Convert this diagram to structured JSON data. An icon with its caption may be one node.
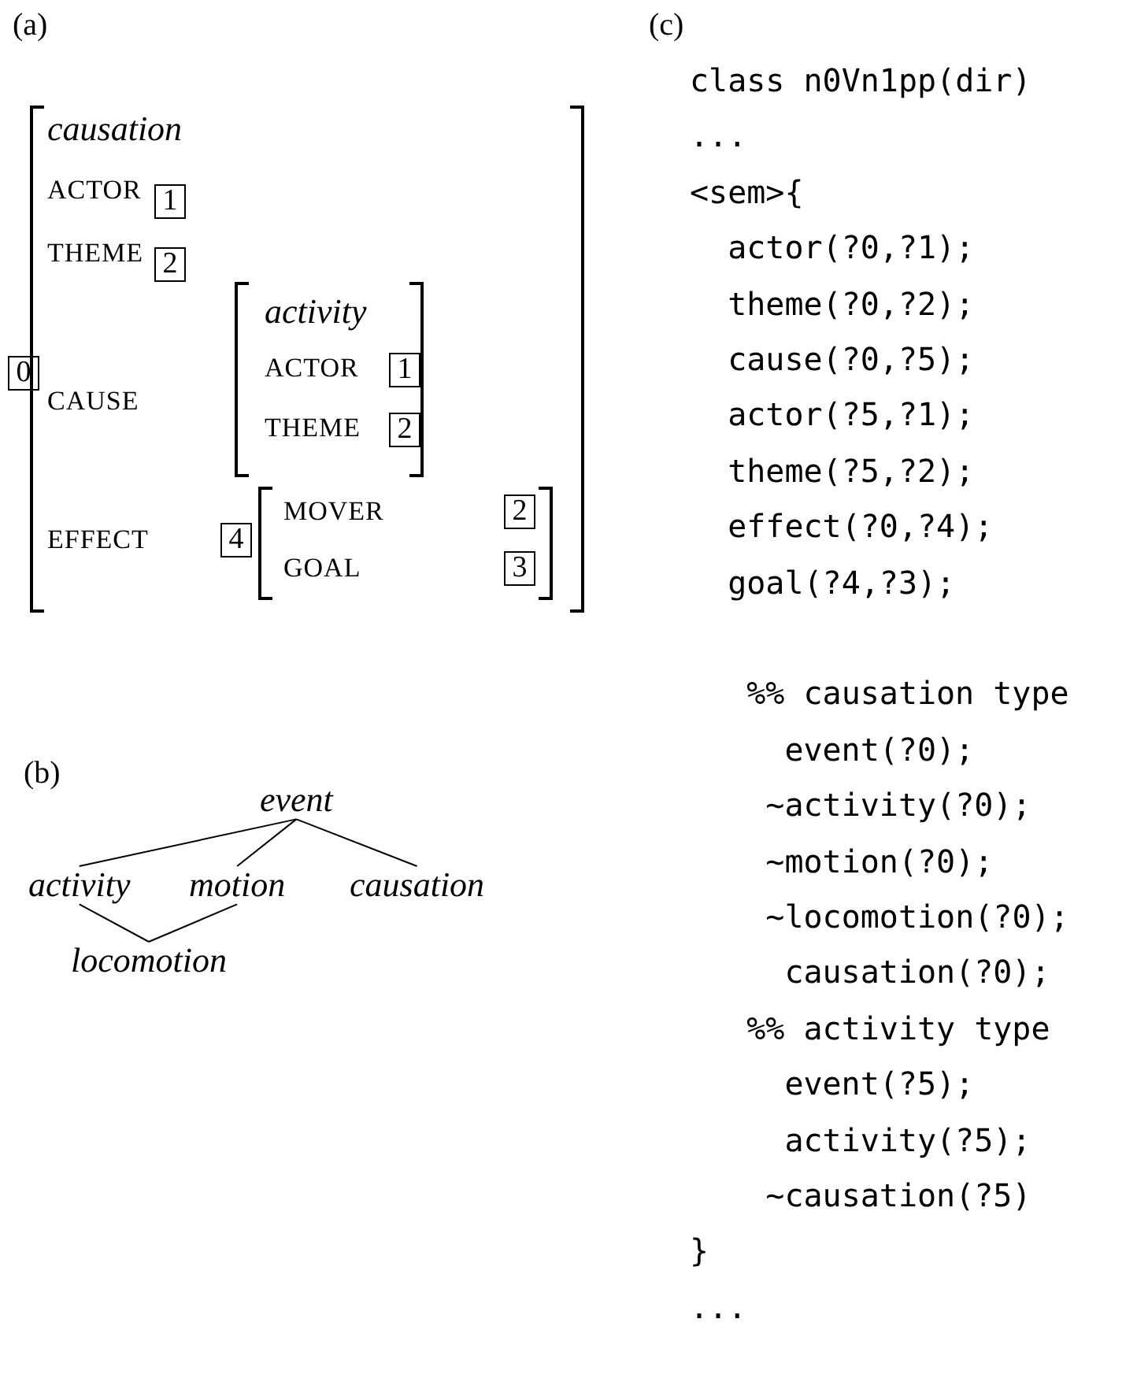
{
  "diagram": {
    "nodes": [
      {
        "text": [
          "0"
        ]
      },
      {
        "text": [
          "1"
        ]
      },
      {
        "text": [
          "2"
        ]
      },
      {
        "text": [
          "1"
        ]
      },
      {
        "text": [
          "2"
        ]
      },
      {
        "text": [
          "4"
        ]
      },
      {
        "text": [
          "2"
        ]
      },
      {
        "text": [
          "3"
        ]
      },
      {
        "text": [
          "event"
        ]
      },
      {
        "text": [
          "activity"
        ]
      },
      {
        "text": [
          "motion"
        ]
      },
      {
        "text": [
          "causation"
        ]
      },
      {
        "text": [
          "locomotion"
        ]
      }
    ],
    "edges": [
      {
        "from": 8,
        "to": 9,
        "arrow": "none"
      },
      {
        "from": 8,
        "to": 10,
        "arrow": "none"
      },
      {
        "from": 8,
        "to": 11,
        "arrow": "none"
      },
      {
        "from": 9,
        "to": 12,
        "arrow": "none"
      },
      {
        "from": 10,
        "to": 12,
        "arrow": "none"
      }
    ],
    "labels": [
      "(a)",
      "causation",
      "ACTOR",
      "THEME",
      "CAUSE",
      "activity",
      "ACTOR",
      "THEME",
      "EFFECT",
      "MOVER",
      "GOAL",
      "(b)",
      "(c)",
      "class n0Vn1pp(dir)",
      "...",
      "<sem>{",
      "actor(?0,?1);",
      "theme(?0,?2);",
      "cause(?0,?5);",
      "actor(?5,?1);",
      "theme(?5,?2);",
      "effect(?0,?4);",
      "goal(?4,?3);",
      "%% causation type",
      "event(?0);",
      "~activity(?0);",
      "~motion(?0);",
      "~locomotion(?0);",
      "causation(?0);",
      "%% activity type",
      "event(?5);",
      "activity(?5);",
      "~causation(?5)",
      "}",
      "..."
    ]
  }
}
